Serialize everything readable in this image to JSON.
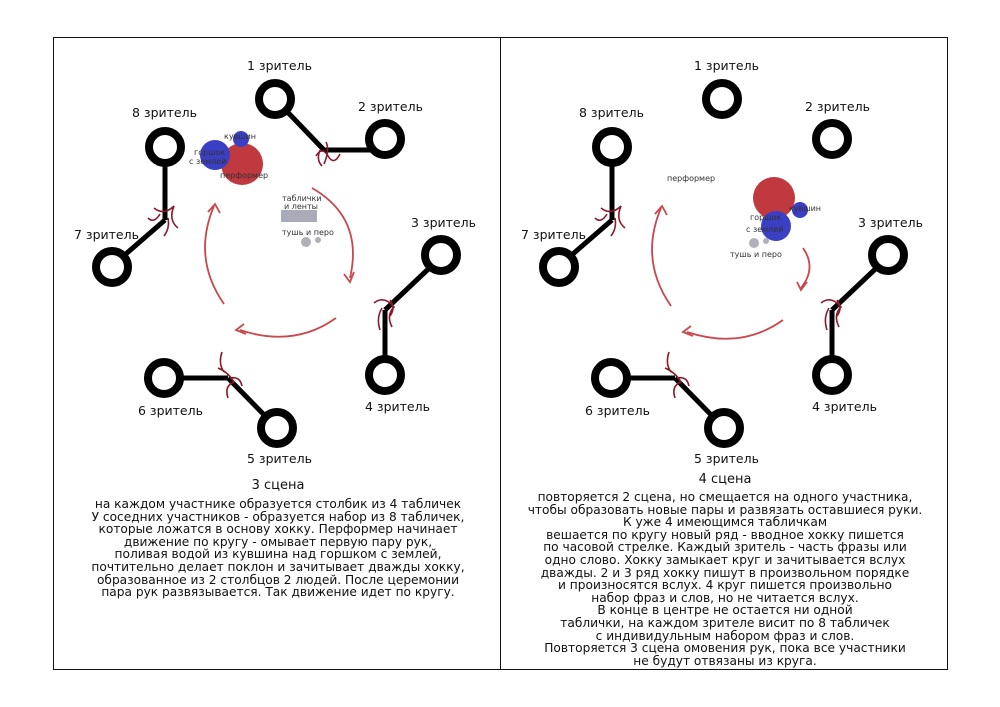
{
  "colors": {
    "ring": "#000000",
    "ribbon": "#8b1a2b",
    "arrow": "#c9474d",
    "performer": "#c0393f",
    "pitcher": "#3a3fc4",
    "pot": "#3a3fc4",
    "tablets": "#a9abb8",
    "ink": "#b0b0b8"
  },
  "icons": {
    "viewer": "ring-on-stick",
    "ribbon": "ribbon-bow",
    "arrow": "curved-arrow"
  },
  "left": {
    "title": "3 сцена",
    "viewers": [
      "1 зритель",
      "2 зритель",
      "3 зритель",
      "4 зритель",
      "5 зритель",
      "6 зритель",
      "7 зритель",
      "8 зритель"
    ],
    "props": {
      "pitcher": "кувшин",
      "pot_line1": "горшок",
      "pot_line2": "с землей",
      "performer": "перформер",
      "tablets_line1": "таблички",
      "tablets_line2": "и ленты",
      "ink": "тушь и перо"
    },
    "text": [
      "на каждом участнике образуется столбик из 4 табличек",
      "У соседних участников - образуется набор из 8 табличек,",
      "которые ложатся в основу хокку. Перформер начинает",
      "движение по кругу - омывает первую пару рук,",
      "поливая водой из кувшина над горшком с землей,",
      "почтительно делает поклон и зачитывает дважды хокку,",
      "образованное из 2 столбцов 2 людей. После церемонии",
      "пара рук развязывается. Так движение идет по кругу."
    ]
  },
  "right": {
    "title": "4 сцена",
    "viewers": [
      "1 зритель",
      "2 зритель",
      "3 зритель",
      "4 зритель",
      "5 зритель",
      "6 зритель",
      "7 зритель",
      "8 зритель"
    ],
    "props": {
      "performer": "перформер",
      "pitcher": "кувшин",
      "pot_line1": "горшок",
      "pot_line2": "с землей",
      "ink": "тушь и перо"
    },
    "text": [
      "повторяется 2 сцена, но смещается на одного участника,",
      "чтобы образовать новые пары и развязать оставшиеся руки.",
      "К уже 4 имеющимся табличкам",
      "вешается по кругу новый ряд - вводное хокку пишется",
      "по часовой стрелке. Каждый зритель - часть фразы или",
      "одно слово. Хокку замыкает круг и зачитывается вслух",
      "дважды. 2 и 3 ряд хокку пишут в произвольном порядке",
      "и произносятся вслух. 4 круг пишется произвольно",
      "набор фраз и слов, но не читается вслух.",
      "В конце в центре не остается ни одной",
      "таблички, на каждом зрителе висит по 8 табличек",
      "с индивидульным набором фраз и слов.",
      "Повторяется 3 сцена омовения рук, пока все участники",
      "не будут отвязаны из круга."
    ]
  }
}
